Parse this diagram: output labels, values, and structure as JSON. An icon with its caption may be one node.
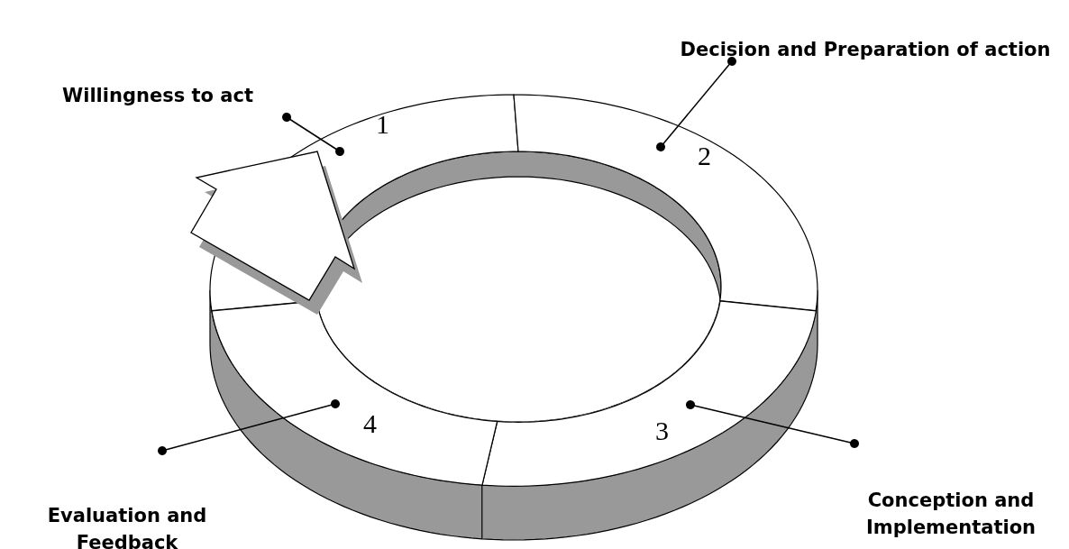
{
  "diagram": {
    "nodes": [
      {
        "text": [
          "Willingness to act"
        ]
      },
      {
        "text": [
          "1"
        ]
      },
      {
        "text": [
          "Decision and Preparation of action"
        ]
      },
      {
        "text": [
          "2"
        ]
      },
      {
        "text": [
          "3"
        ]
      },
      {
        "text": [
          "Conception and Implementation"
        ]
      },
      {
        "text": [
          "4"
        ]
      },
      {
        "text": [
          "Evaluation and Feedback"
        ]
      }
    ],
    "edges": [
      {
        "from": 0,
        "to": 1,
        "arrow": "other"
      },
      {
        "from": 2,
        "to": 3,
        "arrow": "other"
      },
      {
        "from": 5,
        "to": 4,
        "arrow": "other"
      },
      {
        "from": 7,
        "to": 6,
        "arrow": "other"
      },
      {
        "from": 6,
        "to": 1,
        "arrow": "to"
      }
    ]
  }
}
